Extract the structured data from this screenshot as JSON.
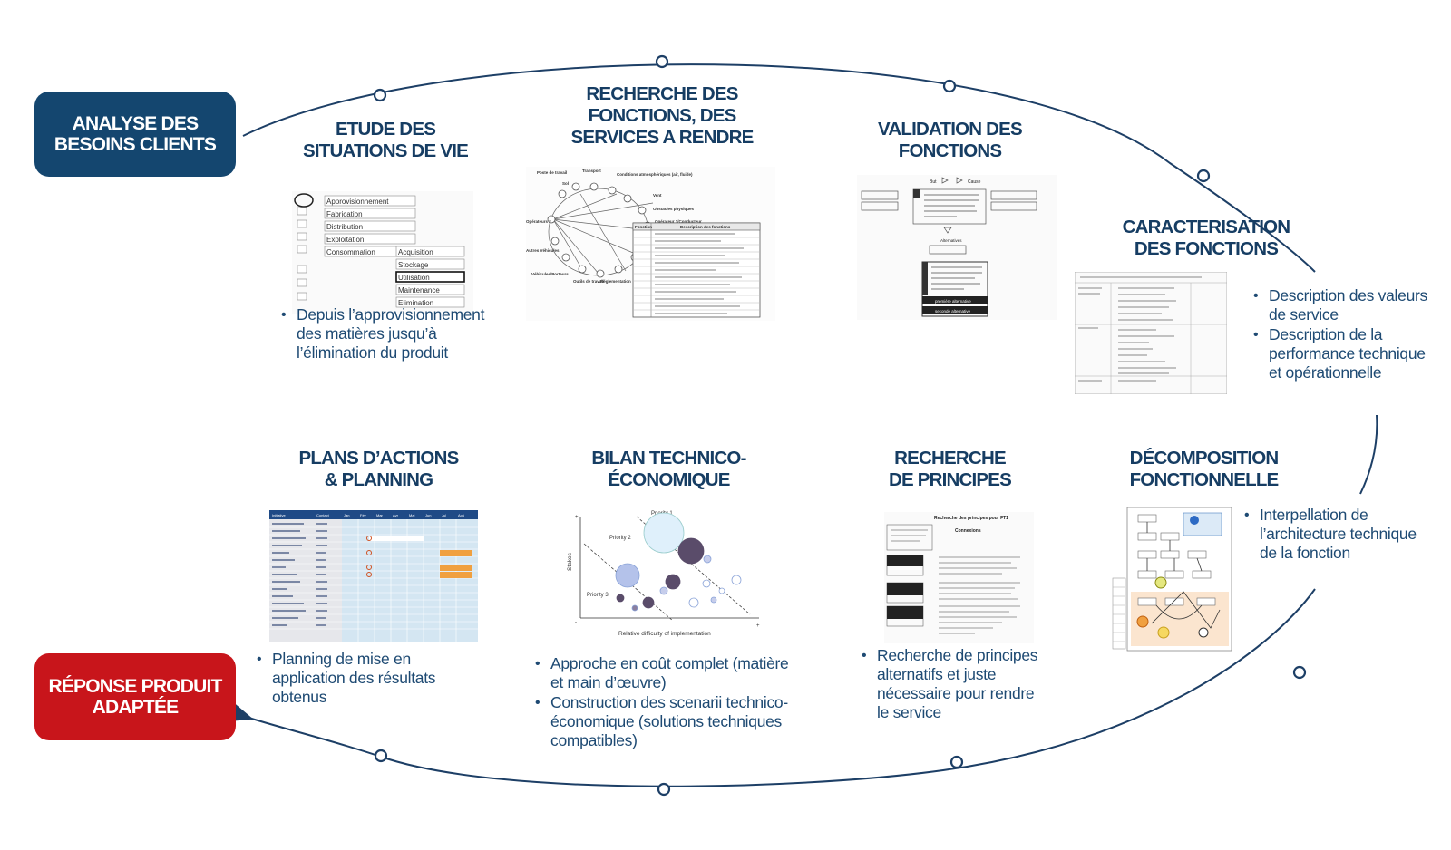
{
  "pills": {
    "start": [
      "ANALYSE DES",
      "BESOINS CLIENTS"
    ],
    "end": [
      "RÉPONSE PRODUIT",
      "ADAPTÉE"
    ]
  },
  "colors": {
    "navy": "#14466f",
    "red": "#c8151b",
    "line": "#1d3f66",
    "title": "#163d63",
    "text": "#1e4a73",
    "orange": "#f0a040"
  },
  "steps": [
    {
      "id": "situations",
      "title": [
        "ETUDE DES",
        "SITUATIONS DE VIE"
      ],
      "bullets": [
        "Depuis l’approvisionnement des matières jusqu’à l’élimination du produit"
      ]
    },
    {
      "id": "recherche-fonctions",
      "title": [
        "RECHERCHE DES",
        "FONCTIONS, DES",
        "SERVICES A RENDRE"
      ],
      "bullets": []
    },
    {
      "id": "validation",
      "title": [
        "VALIDATION DES",
        "FONCTIONS"
      ],
      "bullets": []
    },
    {
      "id": "caracterisation",
      "title": [
        "CARACTERISATION",
        "DES FONCTIONS"
      ],
      "bullets": [
        "Description des valeurs de service",
        "Description de la performance technique et opérationnelle"
      ]
    },
    {
      "id": "decomposition",
      "title": [
        "DÉCOMPOSITION",
        "FONCTIONNELLE"
      ],
      "bullets": [
        "Interpellation de l’architecture technique de la fonction"
      ]
    },
    {
      "id": "principes",
      "title": [
        "RECHERCHE",
        "DE PRINCIPES"
      ],
      "bullets": [
        "Recherche de principes alternatifs et juste nécessaire pour rendre le service"
      ]
    },
    {
      "id": "bilan",
      "title": [
        "BILAN TECHNICO-",
        "ÉCONOMIQUE"
      ],
      "bullets": [
        "Approche en coût complet (matière et main d’œuvre)",
        "Construction des scenarii technico-économique (solutions techniques compatibles)"
      ]
    },
    {
      "id": "plans",
      "title": [
        "PLANS D’ACTIONS",
        "& PLANNING"
      ],
      "bullets": [
        "Planning de mise en application des résultats obtenus"
      ]
    }
  ],
  "thumbnails": {
    "situations": {
      "phases": [
        "Approvisionnement",
        "Fabrication",
        "Distribution",
        "Exploitation",
        "Consommation"
      ],
      "subphases": [
        "Acquisition",
        "Stockage",
        "Utilisation",
        "Maintenance",
        "Elimination"
      ]
    },
    "recherche-fonctions": {
      "nodes": [
        "Poste de travail",
        "Transport",
        "Conditions atmosphériques (air, fluide)",
        "Sol",
        "Vent",
        "Obstacles physiques",
        "Opérateur 1/Conducteur",
        "Opérateurs 2",
        "Autres Véhicules",
        "Véhicules/Porteurs",
        "Outils de travail",
        "Réglementation"
      ],
      "table_header": [
        "Fonction",
        "Description des fonctions"
      ]
    },
    "validation": {
      "labels": [
        "But",
        "Cause",
        "Alternatives",
        "première alternative",
        "seconde alternative"
      ]
    },
    "bilan": {
      "xlabel": "Relative difficulty of implementation",
      "ylabel": "Stakes",
      "priorities": [
        "Priority 1",
        "Priority 2",
        "Priority 3"
      ]
    },
    "principes": {
      "title": "Recherche des principes pour FT1",
      "col": "Connexions"
    },
    "plans": {
      "headers": [
        "Initiative",
        "Contact",
        "Jan",
        "Fév",
        "Mar",
        "Avr",
        "Mai",
        "Jun",
        "Jul",
        "Aoû"
      ]
    }
  }
}
